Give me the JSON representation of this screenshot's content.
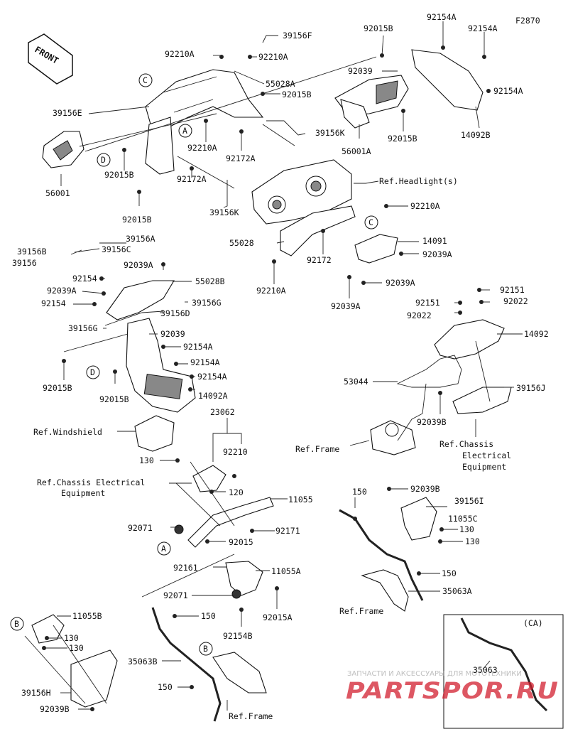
{
  "figure_code": "F2870",
  "front_label": "FRONT",
  "callouts": {
    "A": "A",
    "B": "B",
    "C": "C",
    "D": "D"
  },
  "ca_label": "(CA)",
  "watermark": {
    "line1": "ЗАПЧАСТИ И АКСЕССУАРЫ ДЛЯ МОТОТЕХНИКИ",
    "line2": "PARTSPOR.RU",
    "color": "#d2202f"
  },
  "labels": {
    "l39156f": "39156F",
    "l92210a_1": "92210A",
    "l92210a_2": "92210A",
    "l92015b_1": "92015B",
    "l92154a_1": "92154A",
    "l92154a_2": "92154A",
    "l92039_1": "92039",
    "l92154a_3": "92154A",
    "l55028a": "55028A",
    "l92015b_2": "92015B",
    "l39156e": "39156E",
    "l39156k_1": "39156K",
    "l92015b_3": "92015B",
    "l56001a": "56001A",
    "l14092b": "14092B",
    "l92210a_3": "92210A",
    "l92172a_1": "92172A",
    "l92015b_4": "92015B",
    "l92172a_2": "92172A",
    "l56001": "56001",
    "l39156k_2": "39156K",
    "l92015b_5": "92015B",
    "l_ref_headlight": "Ref.Headlight(s)",
    "l92210a_4": "92210A",
    "l39156a": "39156A",
    "l39156b": "39156B",
    "l39156c": "39156C",
    "l39156": "39156",
    "l14091": "14091",
    "l55028": "55028",
    "l92172": "92172",
    "l92039a_1": "92039A",
    "l92039a_2": "92039A",
    "l92039a_3": "92039A",
    "l92210a_5": "92210A",
    "l92039a_4": "92039A",
    "l55028b": "55028B",
    "l92154_1": "92154",
    "l92039a_5": "92039A",
    "l39156g": "39156G",
    "l92154_2": "92154",
    "l39156d": "39156D",
    "l39156g_2": "39156G",
    "l92151_1": "92151",
    "l92151_2": "92151",
    "l92022_1": "92022",
    "l92022_2": "92022",
    "l92039_2": "92039",
    "l92154a_4": "92154A",
    "l14092": "14092",
    "l92154a_5": "92154A",
    "l92015b_6": "92015B",
    "l92015b_7": "92015B",
    "l92154a_6": "92154A",
    "l14092a": "14092A",
    "l53044": "53044",
    "l39156j": "39156J",
    "l92039b_1": "92039B",
    "l_ref_frame_1": "Ref.Frame",
    "l_ref_chassis_1a": "Ref.Chassis",
    "l_ref_chassis_1b": "Electrical",
    "l_ref_chassis_1c": "Equipment",
    "l23062": "23062",
    "l_ref_windshield": "Ref.Windshield",
    "l92210": "92210",
    "l130_1": "130",
    "l_ref_chassis_2a": "Ref.Chassis Electrical",
    "l_ref_chassis_2b": "Equipment",
    "l120": "120",
    "l150_1": "150",
    "l92039b_2": "92039B",
    "l11055": "11055",
    "l39156i": "39156I",
    "l11055c": "11055C",
    "l92071_1": "92071",
    "l92171": "92171",
    "l130_2": "130",
    "l130_3": "130",
    "l92015": "92015",
    "l92161": "92161",
    "l11055a": "11055A",
    "l150_2": "150",
    "l35063a": "35063A",
    "l92071_2": "92071",
    "l_ref_frame_2": "Ref.Frame",
    "l92015a": "92015A",
    "l150_3": "150",
    "l92154b": "92154B",
    "l11055b": "11055B",
    "l130_4": "130",
    "l130_5": "130",
    "l35063b": "35063B",
    "l150_4": "150",
    "l39156h": "39156H",
    "l92039b_3": "92039B",
    "l_ref_frame_3": "Ref.Frame",
    "l35063": "35063"
  }
}
